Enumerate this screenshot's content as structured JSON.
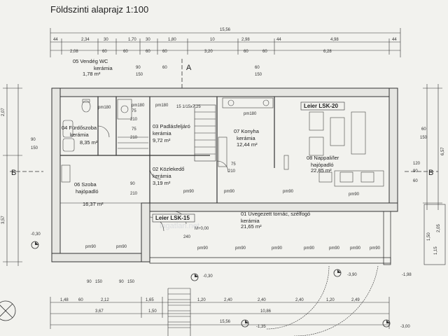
{
  "title": "Földszinti alaprajz 1:100",
  "axis_mark": "A",
  "section_marks": [
    "B",
    "B"
  ],
  "leiers": [
    "Leier LSK-20",
    "Leier LSK-15"
  ],
  "rooms": [
    {
      "name": "05 Vendég WC",
      "floor": "kerámia",
      "area": "1,78 m²"
    },
    {
      "name": "04 Fürdőszoba",
      "floor": "kerámia",
      "area": "8,35 m²"
    },
    {
      "name": "03 Padlásfeljáró",
      "floor": "kerámia",
      "area": "9,72 m²"
    },
    {
      "name": "07 Konyha",
      "floor": "kerámia",
      "area": "12,44 m²"
    },
    {
      "name": "08 Nappali/ler",
      "floor": "hajópadló",
      "area": "22,85 m²"
    },
    {
      "name": "06 Szoba",
      "floor": "hajópadló",
      "area": "16,37 m²"
    },
    {
      "name": "02 Közlekedő",
      "floor": "kerámia",
      "area": "3,19 m²"
    },
    {
      "name": "01 Üvegezett tornác, szélfogó",
      "floor": "kerámia",
      "area": "21,65 m²"
    }
  ],
  "dimensions": {
    "overall_top": "15,56",
    "overall_bottom": "15,56",
    "top_row1": [
      "44",
      "2,34",
      "30",
      "1,70",
      "30",
      "1,80",
      "10",
      "2,98",
      "44",
      "4,98",
      "44"
    ],
    "top_row2": [
      "2,08",
      "60",
      "60",
      "60",
      "60",
      "3,20",
      "60",
      "60",
      "6,28"
    ],
    "bottom_row1": [
      "1,48",
      "60",
      "2,12",
      "1,65",
      "1,20",
      "2,40",
      "2,40",
      "2,40",
      "1,20",
      "2,49"
    ],
    "bottom_row2": [
      "3,67",
      "1,50",
      "10,86"
    ],
    "left_side": [
      "2,07",
      "3,57"
    ],
    "right_side": [
      "6,57",
      "2,05",
      "1,50",
      "1,15"
    ],
    "openings": [
      "90",
      "150",
      "90",
      "150",
      "60",
      "60",
      "150",
      "60",
      "120",
      "90",
      "60",
      "150",
      "90",
      "150",
      "90",
      "150"
    ],
    "pm_labels": [
      "pm180",
      "pm180",
      "pm180",
      "pm180",
      "pm90",
      "pm90",
      "pm90",
      "pm90",
      "pm90",
      "pm90",
      "pm90",
      "pm90",
      "pm90",
      "pm90",
      "pm90",
      "pm90",
      "pm90"
    ],
    "door_sizes": [
      "75",
      "210",
      "75",
      "210",
      "90",
      "210",
      "75",
      "210",
      "M+0,00",
      "240"
    ],
    "stair_label": "15 1/15x7,25"
  },
  "levels": [
    "-0,30",
    "-0,30",
    "-3,90",
    "-1,35",
    "-3,00",
    "-1,98"
  ],
  "watermark": "ingatlan.net"
}
